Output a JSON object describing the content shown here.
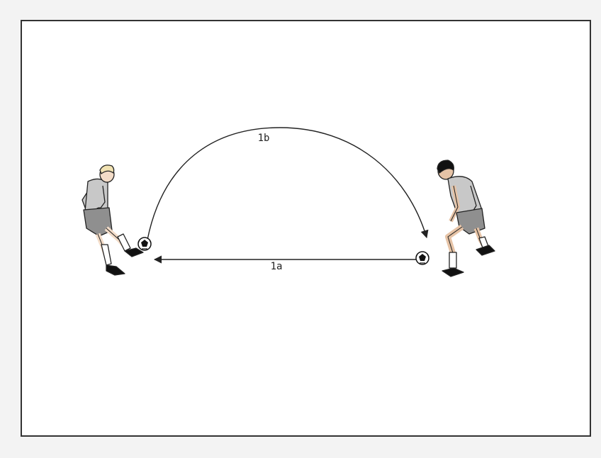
{
  "diagram": {
    "paths": {
      "pass_1a": {
        "label": "1a",
        "kind": "ground pass (straight arrow)"
      },
      "pass_1b": {
        "label": "1b",
        "kind": "lofted pass (arc arrow)"
      }
    },
    "colors": {
      "border": "#333333",
      "field": "#ffffff",
      "outer_background": "#f3f3f3",
      "line": "#222222",
      "shirt": "#c8c8c8",
      "shorts": "#8f8f8f",
      "skin_left": "#f3dcc8",
      "skin_right": "#e6c3a6",
      "hair_left": "#f1e2b2",
      "hair_right": "#111111",
      "shoe": "#111111"
    },
    "icons": {
      "left_player": "player-kicking-icon",
      "right_player": "player-receiving-icon",
      "ball": "soccer-ball-icon"
    }
  }
}
